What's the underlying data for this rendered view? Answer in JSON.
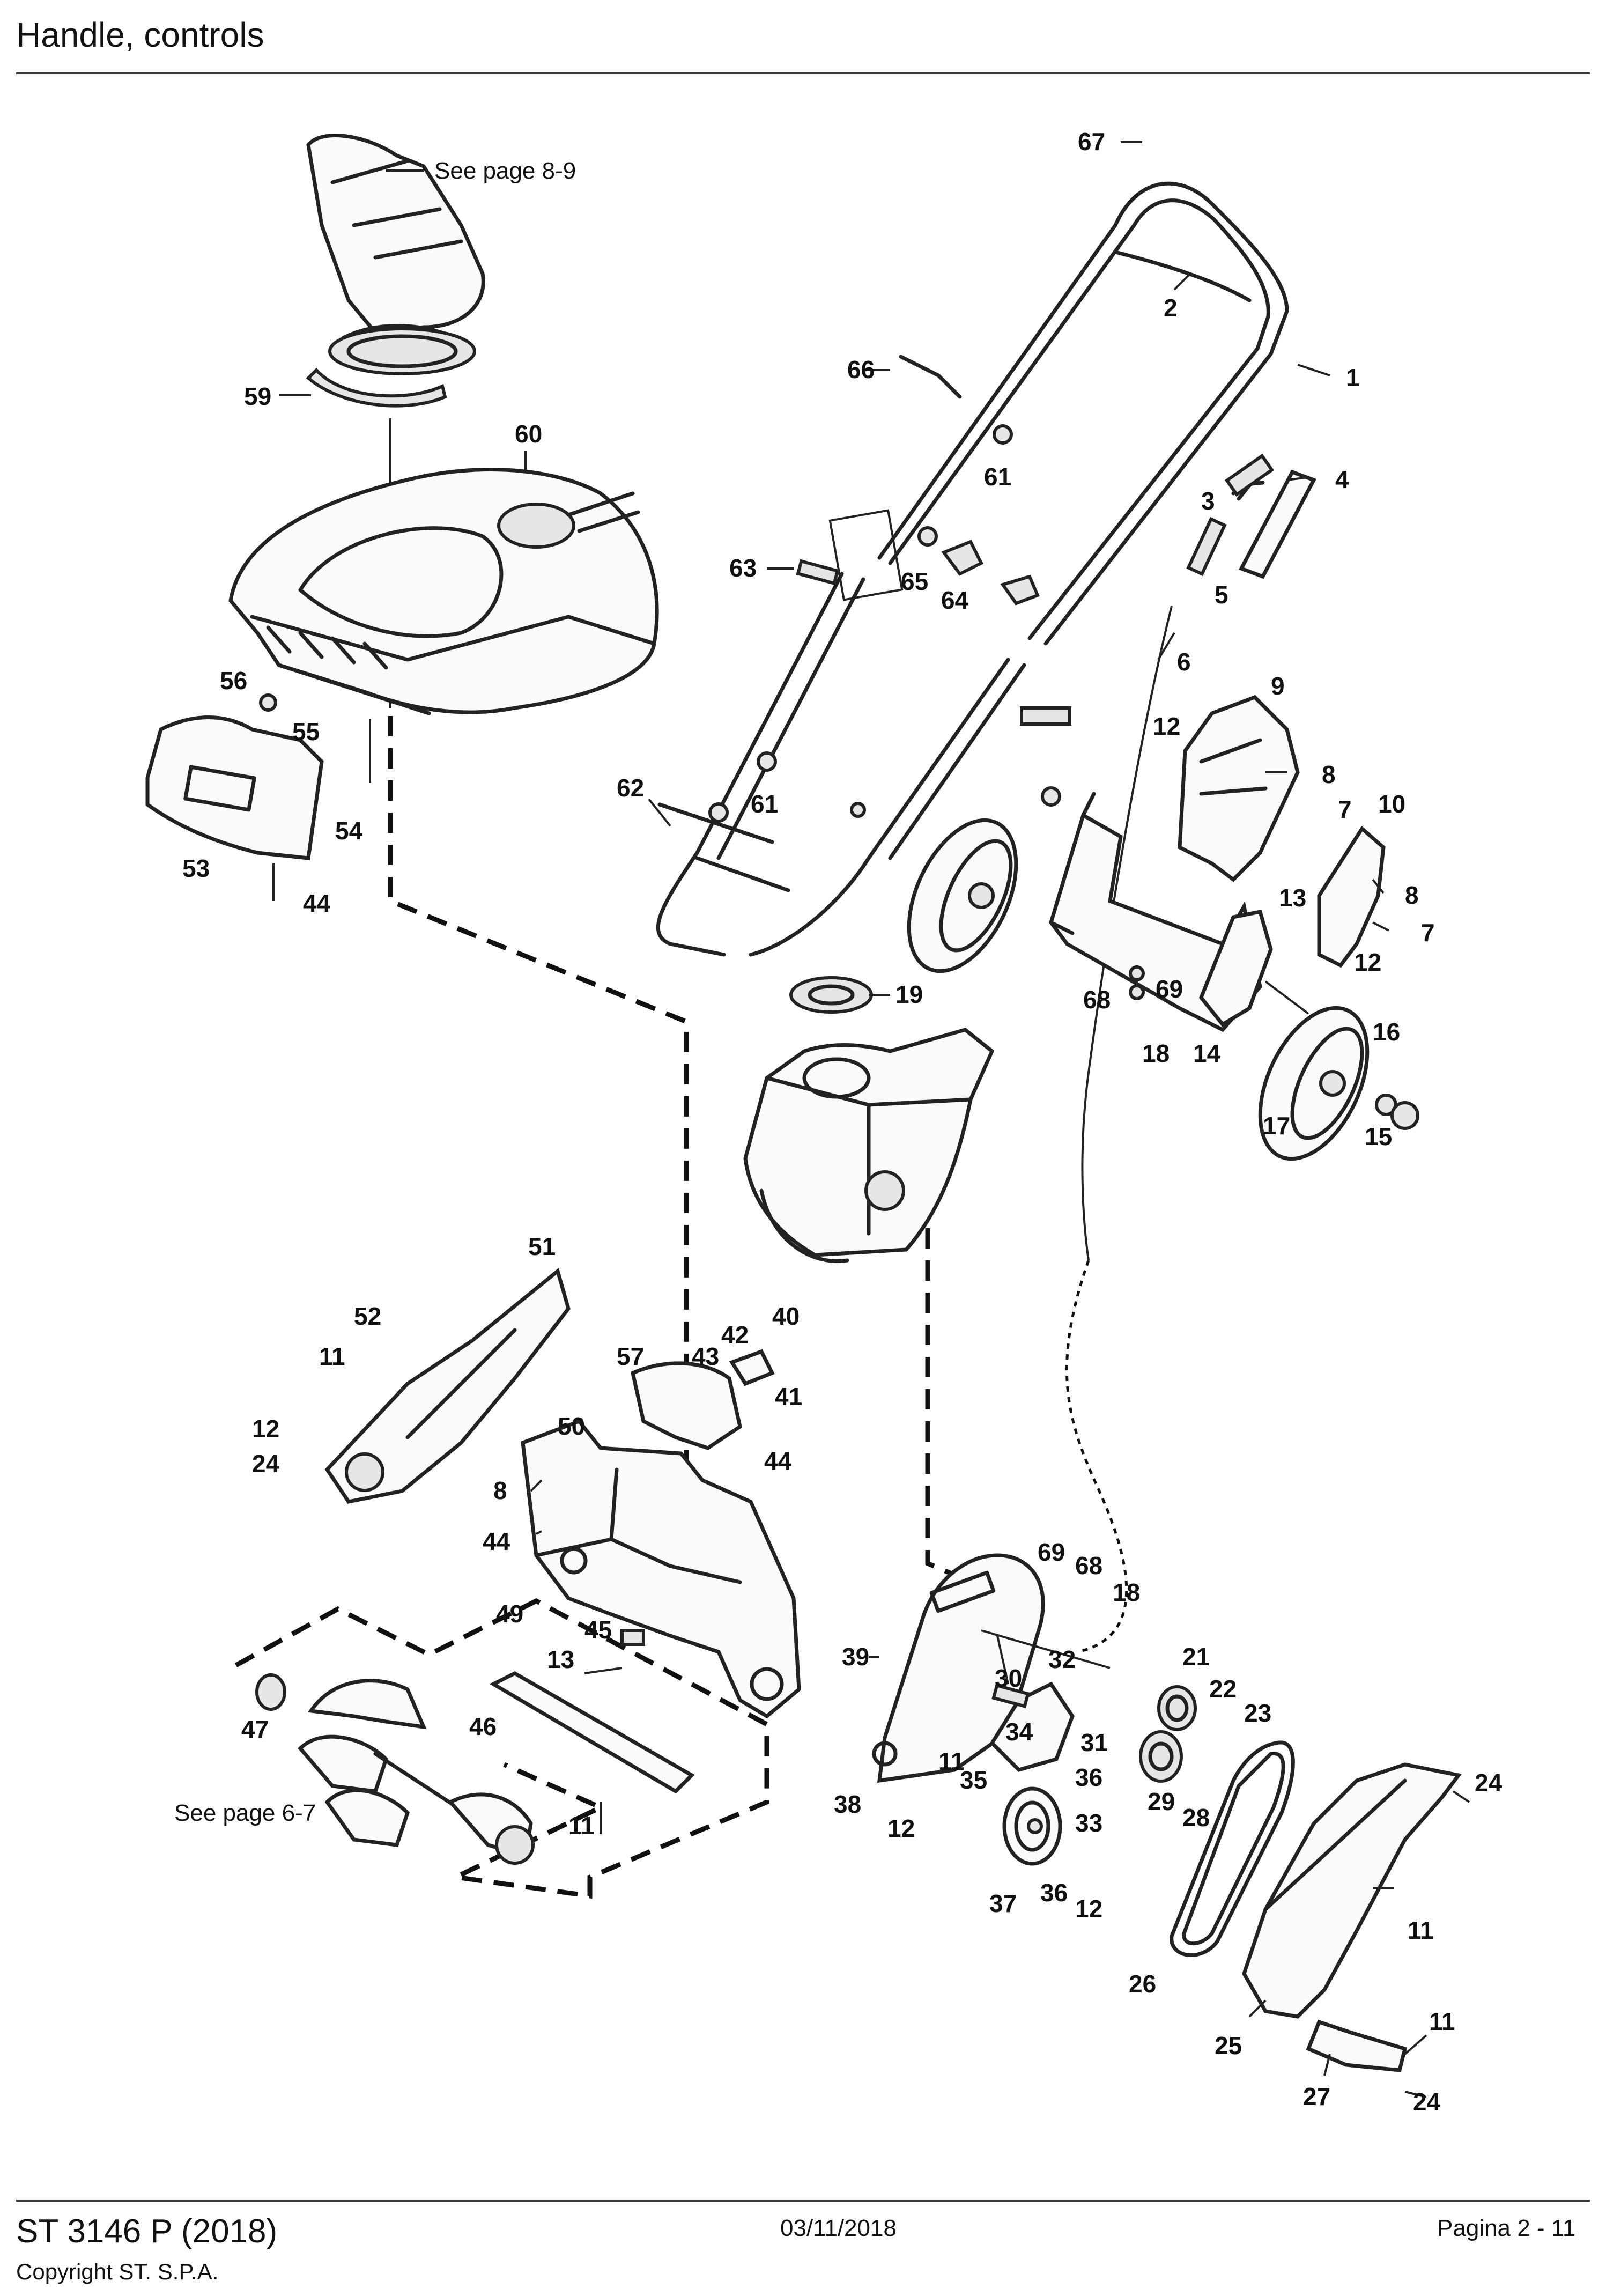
{
  "header": {
    "title": "Handle, controls"
  },
  "footer": {
    "model": "ST 3146 P (2018)",
    "copyright": "Copyright ST. S.P.A.",
    "date": "03/11/2018",
    "page": "Pagina 2 - 11"
  },
  "notes": {
    "see_page_8_9": "See page 8-9",
    "see_page_6_7": "See page 6-7"
  },
  "callouts": {
    "c1": "1",
    "c2": "2",
    "c3": "3",
    "c4": "4",
    "c5": "5",
    "c6": "6",
    "c7a": "7",
    "c7b": "7",
    "c8a": "8",
    "c8b": "8",
    "c8c": "8",
    "c9": "9",
    "c10": "10",
    "c11a": "11",
    "c11b": "11",
    "c11c": "11",
    "c11d": "11",
    "c11e": "11",
    "c12a": "12",
    "c12b": "12",
    "c12c": "12",
    "c12d": "12",
    "c12e": "12",
    "c13a": "13",
    "c13b": "13",
    "c14": "14",
    "c15": "15",
    "c16": "16",
    "c17": "17",
    "c18a": "18",
    "c18b": "18",
    "c19": "19",
    "c21": "21",
    "c22": "22",
    "c23": "23",
    "c24a": "24",
    "c24b": "24",
    "c24c": "24",
    "c25": "25",
    "c26": "26",
    "c27": "27",
    "c28": "28",
    "c29": "29",
    "c30": "30",
    "c31": "31",
    "c32": "32",
    "c33": "33",
    "c34": "34",
    "c35": "35",
    "c36a": "36",
    "c36b": "36",
    "c37": "37",
    "c38": "38",
    "c39": "39",
    "c40": "40",
    "c41": "41",
    "c42": "42",
    "c43": "43",
    "c44a": "44",
    "c44b": "44",
    "c44c": "44",
    "c45": "45",
    "c46": "46",
    "c47": "47",
    "c49": "49",
    "c50": "50",
    "c51": "51",
    "c52": "52",
    "c53": "53",
    "c54": "54",
    "c55": "55",
    "c56": "56",
    "c57": "57",
    "c59": "59",
    "c60": "60",
    "c61a": "61",
    "c61b": "61",
    "c62": "62",
    "c63": "63",
    "c64": "64",
    "c65": "65",
    "c66": "66",
    "c67": "67",
    "c68a": "68",
    "c68b": "68",
    "c69a": "69",
    "c69b": "69"
  }
}
